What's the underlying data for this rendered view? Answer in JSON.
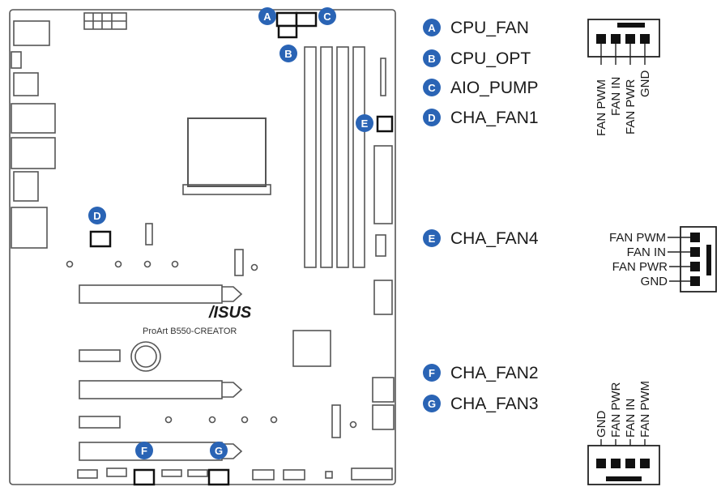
{
  "board": {
    "brand": "/ISUS",
    "model": "ProArt B550-CREATOR"
  },
  "headers": [
    {
      "letter": "A",
      "name": "CPU_FAN"
    },
    {
      "letter": "B",
      "name": "CPU_OPT"
    },
    {
      "letter": "C",
      "name": "AIO_PUMP"
    },
    {
      "letter": "D",
      "name": "CHA_FAN1"
    },
    {
      "letter": "E",
      "name": "CHA_FAN4"
    },
    {
      "letter": "F",
      "name": "CHA_FAN2"
    },
    {
      "letter": "G",
      "name": "CHA_FAN3"
    }
  ],
  "pinouts": {
    "top": [
      "FAN PWM",
      "FAN IN",
      "FAN PWR",
      "GND"
    ],
    "middle": [
      "FAN PWM",
      "FAN IN",
      "FAN PWR",
      "GND"
    ],
    "bottom": [
      "GND",
      "FAN PWR",
      "FAN IN",
      "FAN PWM"
    ]
  },
  "colors": {
    "badge": "#2a64b5",
    "line": "#2b2b2b",
    "board_outline": "#555555"
  }
}
